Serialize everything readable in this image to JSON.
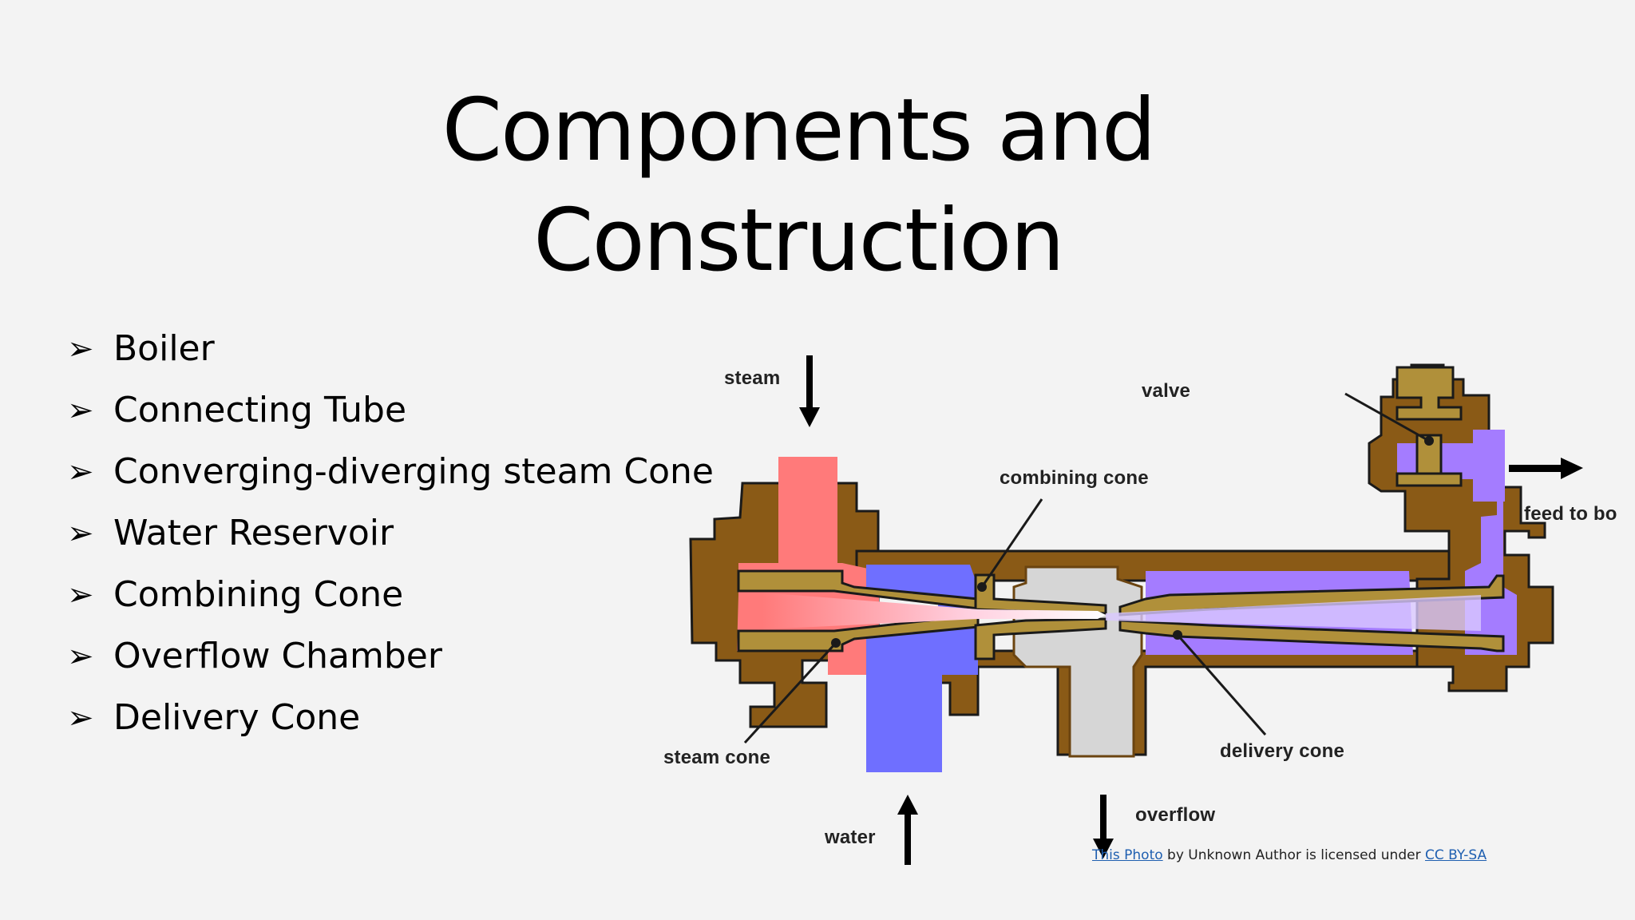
{
  "slide": {
    "title_line1": "Components and",
    "title_line2": "Construction",
    "bullet_symbol": "➢",
    "bullets": [
      "Boiler",
      "Connecting Tube",
      "Converging-diverging steam Cone",
      "Water Reservoir",
      "Combining Cone",
      "Overflow Chamber",
      "Delivery Cone"
    ]
  },
  "diagram": {
    "labels": {
      "steam": "steam",
      "valve": "valve",
      "combining_cone": "combining cone",
      "feed": "feed to bo",
      "steam_cone": "steam cone",
      "delivery_cone": "delivery cone",
      "water": "water",
      "overflow": "overflow"
    },
    "colors": {
      "body": "#8a5a16",
      "brass": "#b0903a",
      "steam": "#ff7a7a",
      "water": "#6f6fff",
      "delivery": "#a47cff",
      "overflow": "#d6d6d6"
    }
  },
  "credit": {
    "link1": "This Photo",
    "middle": " by Unknown Author is licensed under ",
    "link2": "CC BY-SA"
  }
}
